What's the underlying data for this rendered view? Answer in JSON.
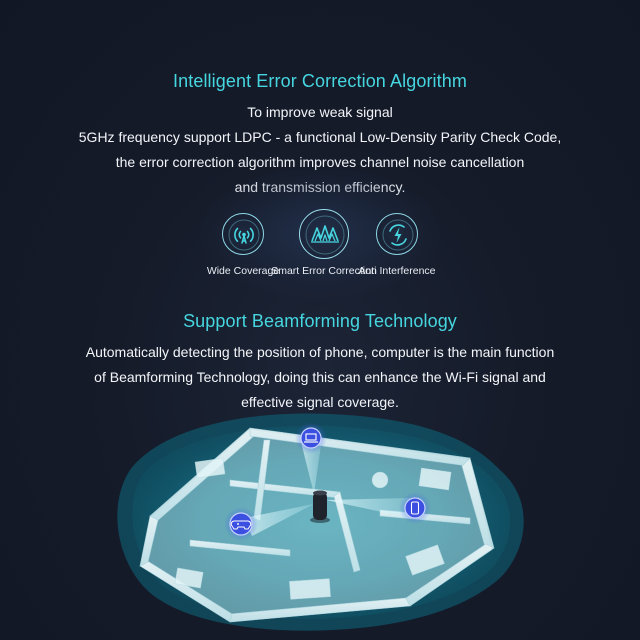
{
  "section1": {
    "title": "Intelligent Error Correction Algorithm",
    "lines": [
      "To improve weak signal",
      "5GHz frequency support LDPC - a functional Low-Density Parity Check Code,",
      "the error correction algorithm improves channel noise cancellation",
      "and transmission efficiency."
    ]
  },
  "features": [
    {
      "label": "Wide Coverage",
      "icon": "antenna-icon"
    },
    {
      "label": "Smart Error Correction",
      "icon": "signal-wave-icon"
    },
    {
      "label": "Anti Interference",
      "icon": "shield-bolt-icon"
    }
  ],
  "section2": {
    "title": "Support Beamforming Technology",
    "lines": [
      "Automatically detecting the position of phone, computer is the main function",
      "of Beamforming Technology, doing this can enhance the Wi-Fi signal and",
      "effective signal coverage."
    ]
  },
  "scene": {
    "devices": [
      "laptop-icon",
      "phone-icon",
      "gamepad-icon"
    ],
    "colors": {
      "accent": "#46d6e0",
      "device_badge": "#3b4fe0",
      "floorplan": "#d8eef2",
      "coverage": "#1aa0b8"
    }
  }
}
